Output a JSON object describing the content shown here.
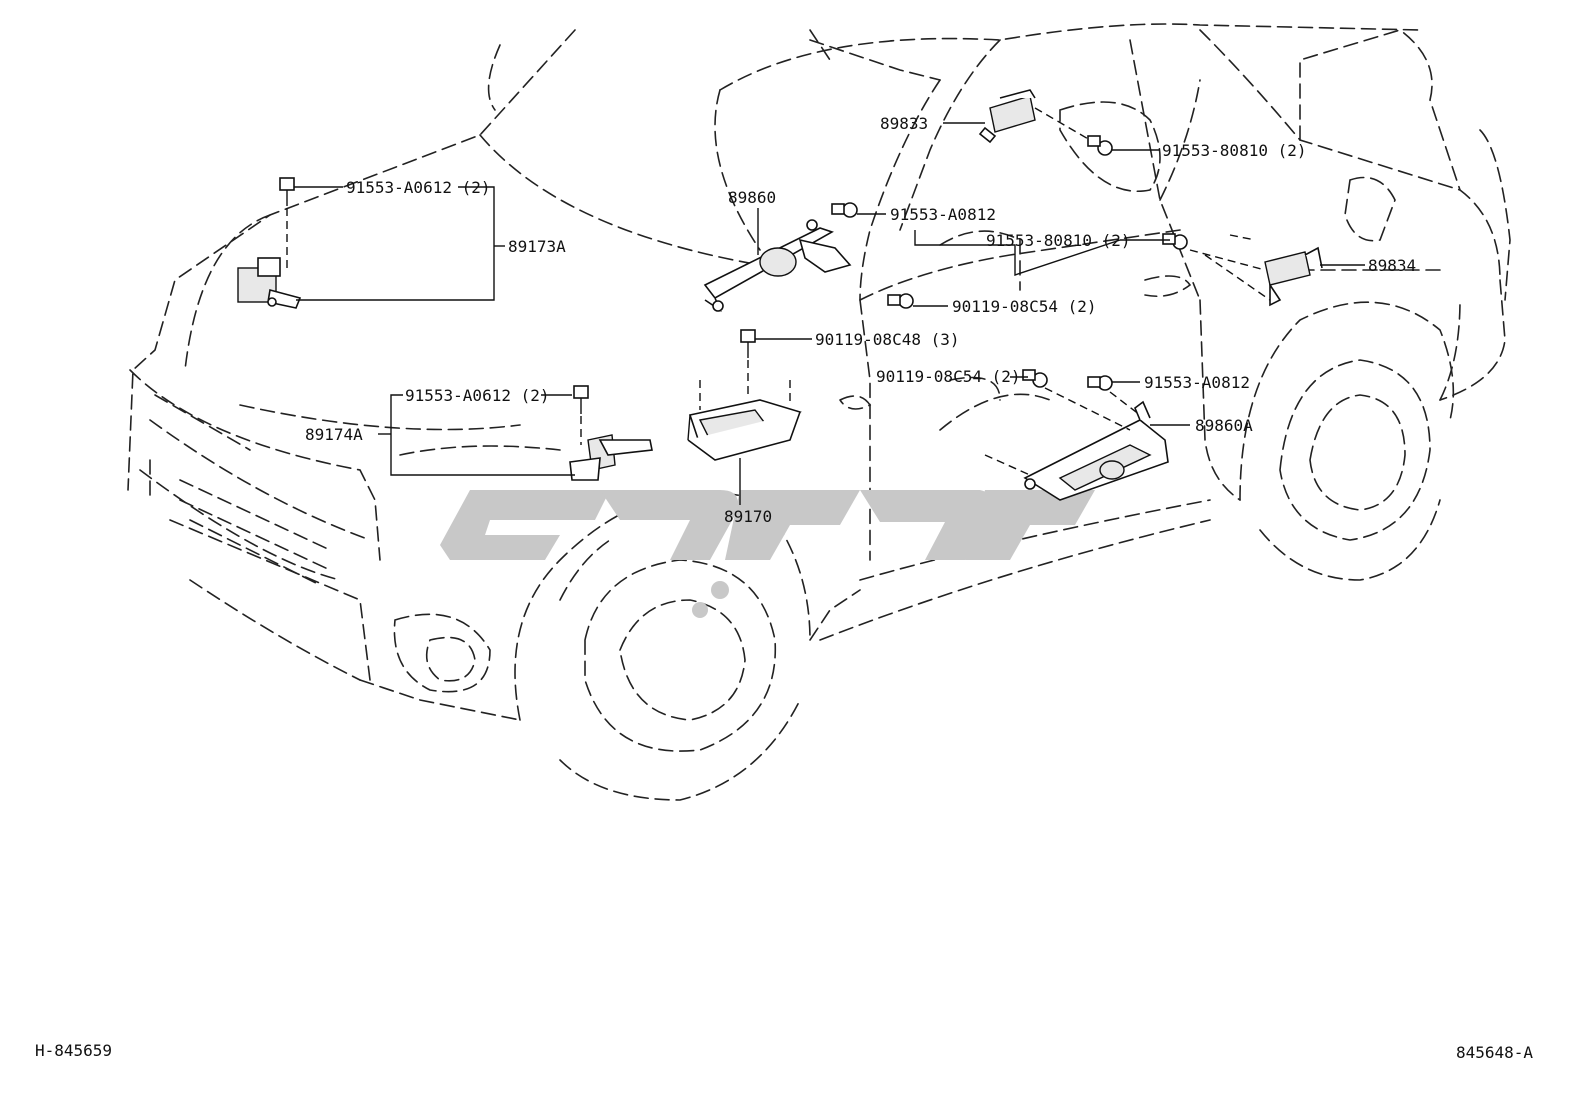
{
  "diagram": {
    "callouts": {
      "p_89833": "89833",
      "p_89860": "89860",
      "p_89173A": "89173A",
      "p_89834": "89834",
      "p_89174A": "89174A",
      "p_89170": "89170",
      "p_89860A": "89860A",
      "b_91553_80810_top": "91553-80810 (2)",
      "b_91553_A0612_top": "91553-A0612 (2)",
      "b_91553_A0812_top": "91553-A0812",
      "b_91553_80810_mid": "91553-80810 (2)",
      "b_90119_08C54_top": "90119-08C54 (2)",
      "b_90119_08C48": "90119-08C48 (3)",
      "b_91553_A0612_left": "91553-A0612 (2)",
      "b_90119_08C54_low": "90119-08C54 (2)",
      "b_91553_A0812_low": "91553-A0812"
    },
    "footer": {
      "left_code": "H-845659",
      "right_code": "845648-A"
    }
  }
}
